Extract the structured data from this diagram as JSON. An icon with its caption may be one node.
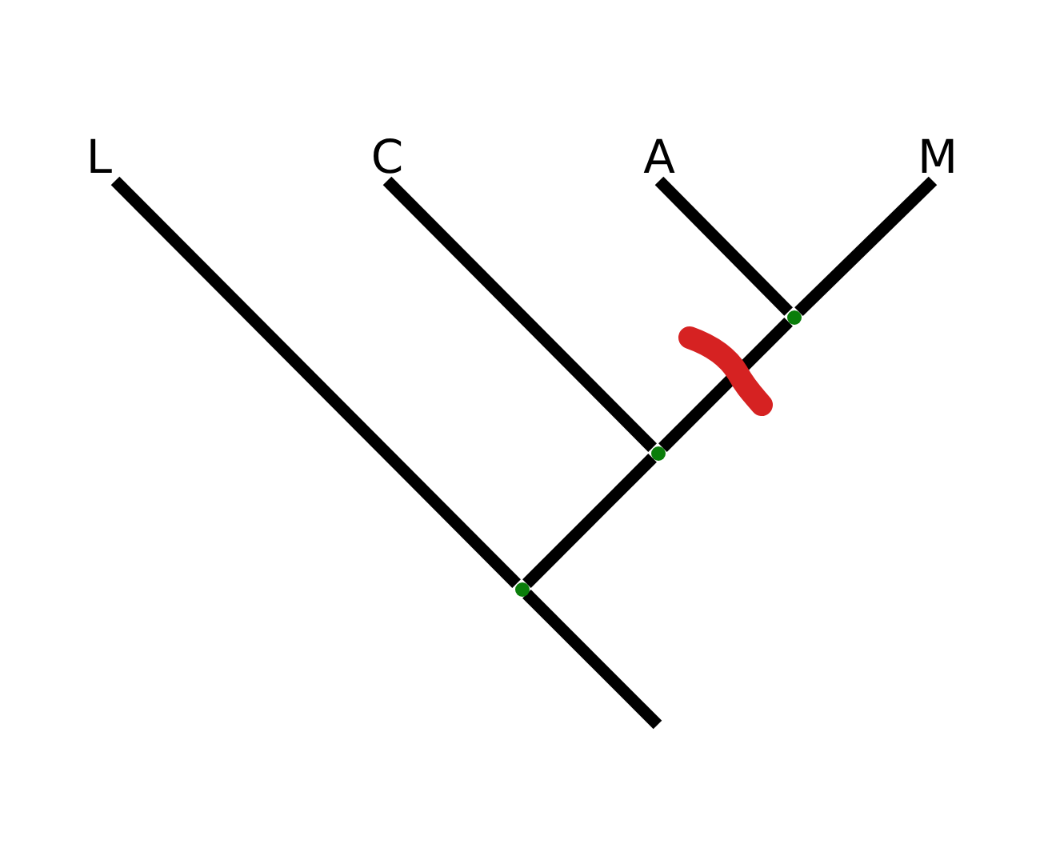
{
  "diagram": {
    "nodes": [
      {
        "text": [
          "L"
        ]
      },
      {
        "text": [
          "C"
        ]
      },
      {
        "text": [
          "A"
        ]
      },
      {
        "text": [
          "M"
        ]
      },
      {
        "text": [],
        "shape": "circle"
      },
      {
        "text": [],
        "shape": "circle"
      },
      {
        "text": [],
        "shape": "circle"
      }
    ],
    "edges": [
      {
        "from": null,
        "to": 6,
        "arrow": "none"
      },
      {
        "from": 6,
        "to": 0,
        "arrow": "none"
      },
      {
        "from": 6,
        "to": 5,
        "arrow": "none"
      },
      {
        "from": 5,
        "to": 1,
        "arrow": "none"
      },
      {
        "from": 5,
        "to": 4,
        "arrow": "none"
      },
      {
        "from": 4,
        "to": 2,
        "arrow": "none"
      },
      {
        "from": 4,
        "to": 3,
        "arrow": "none"
      }
    ]
  }
}
